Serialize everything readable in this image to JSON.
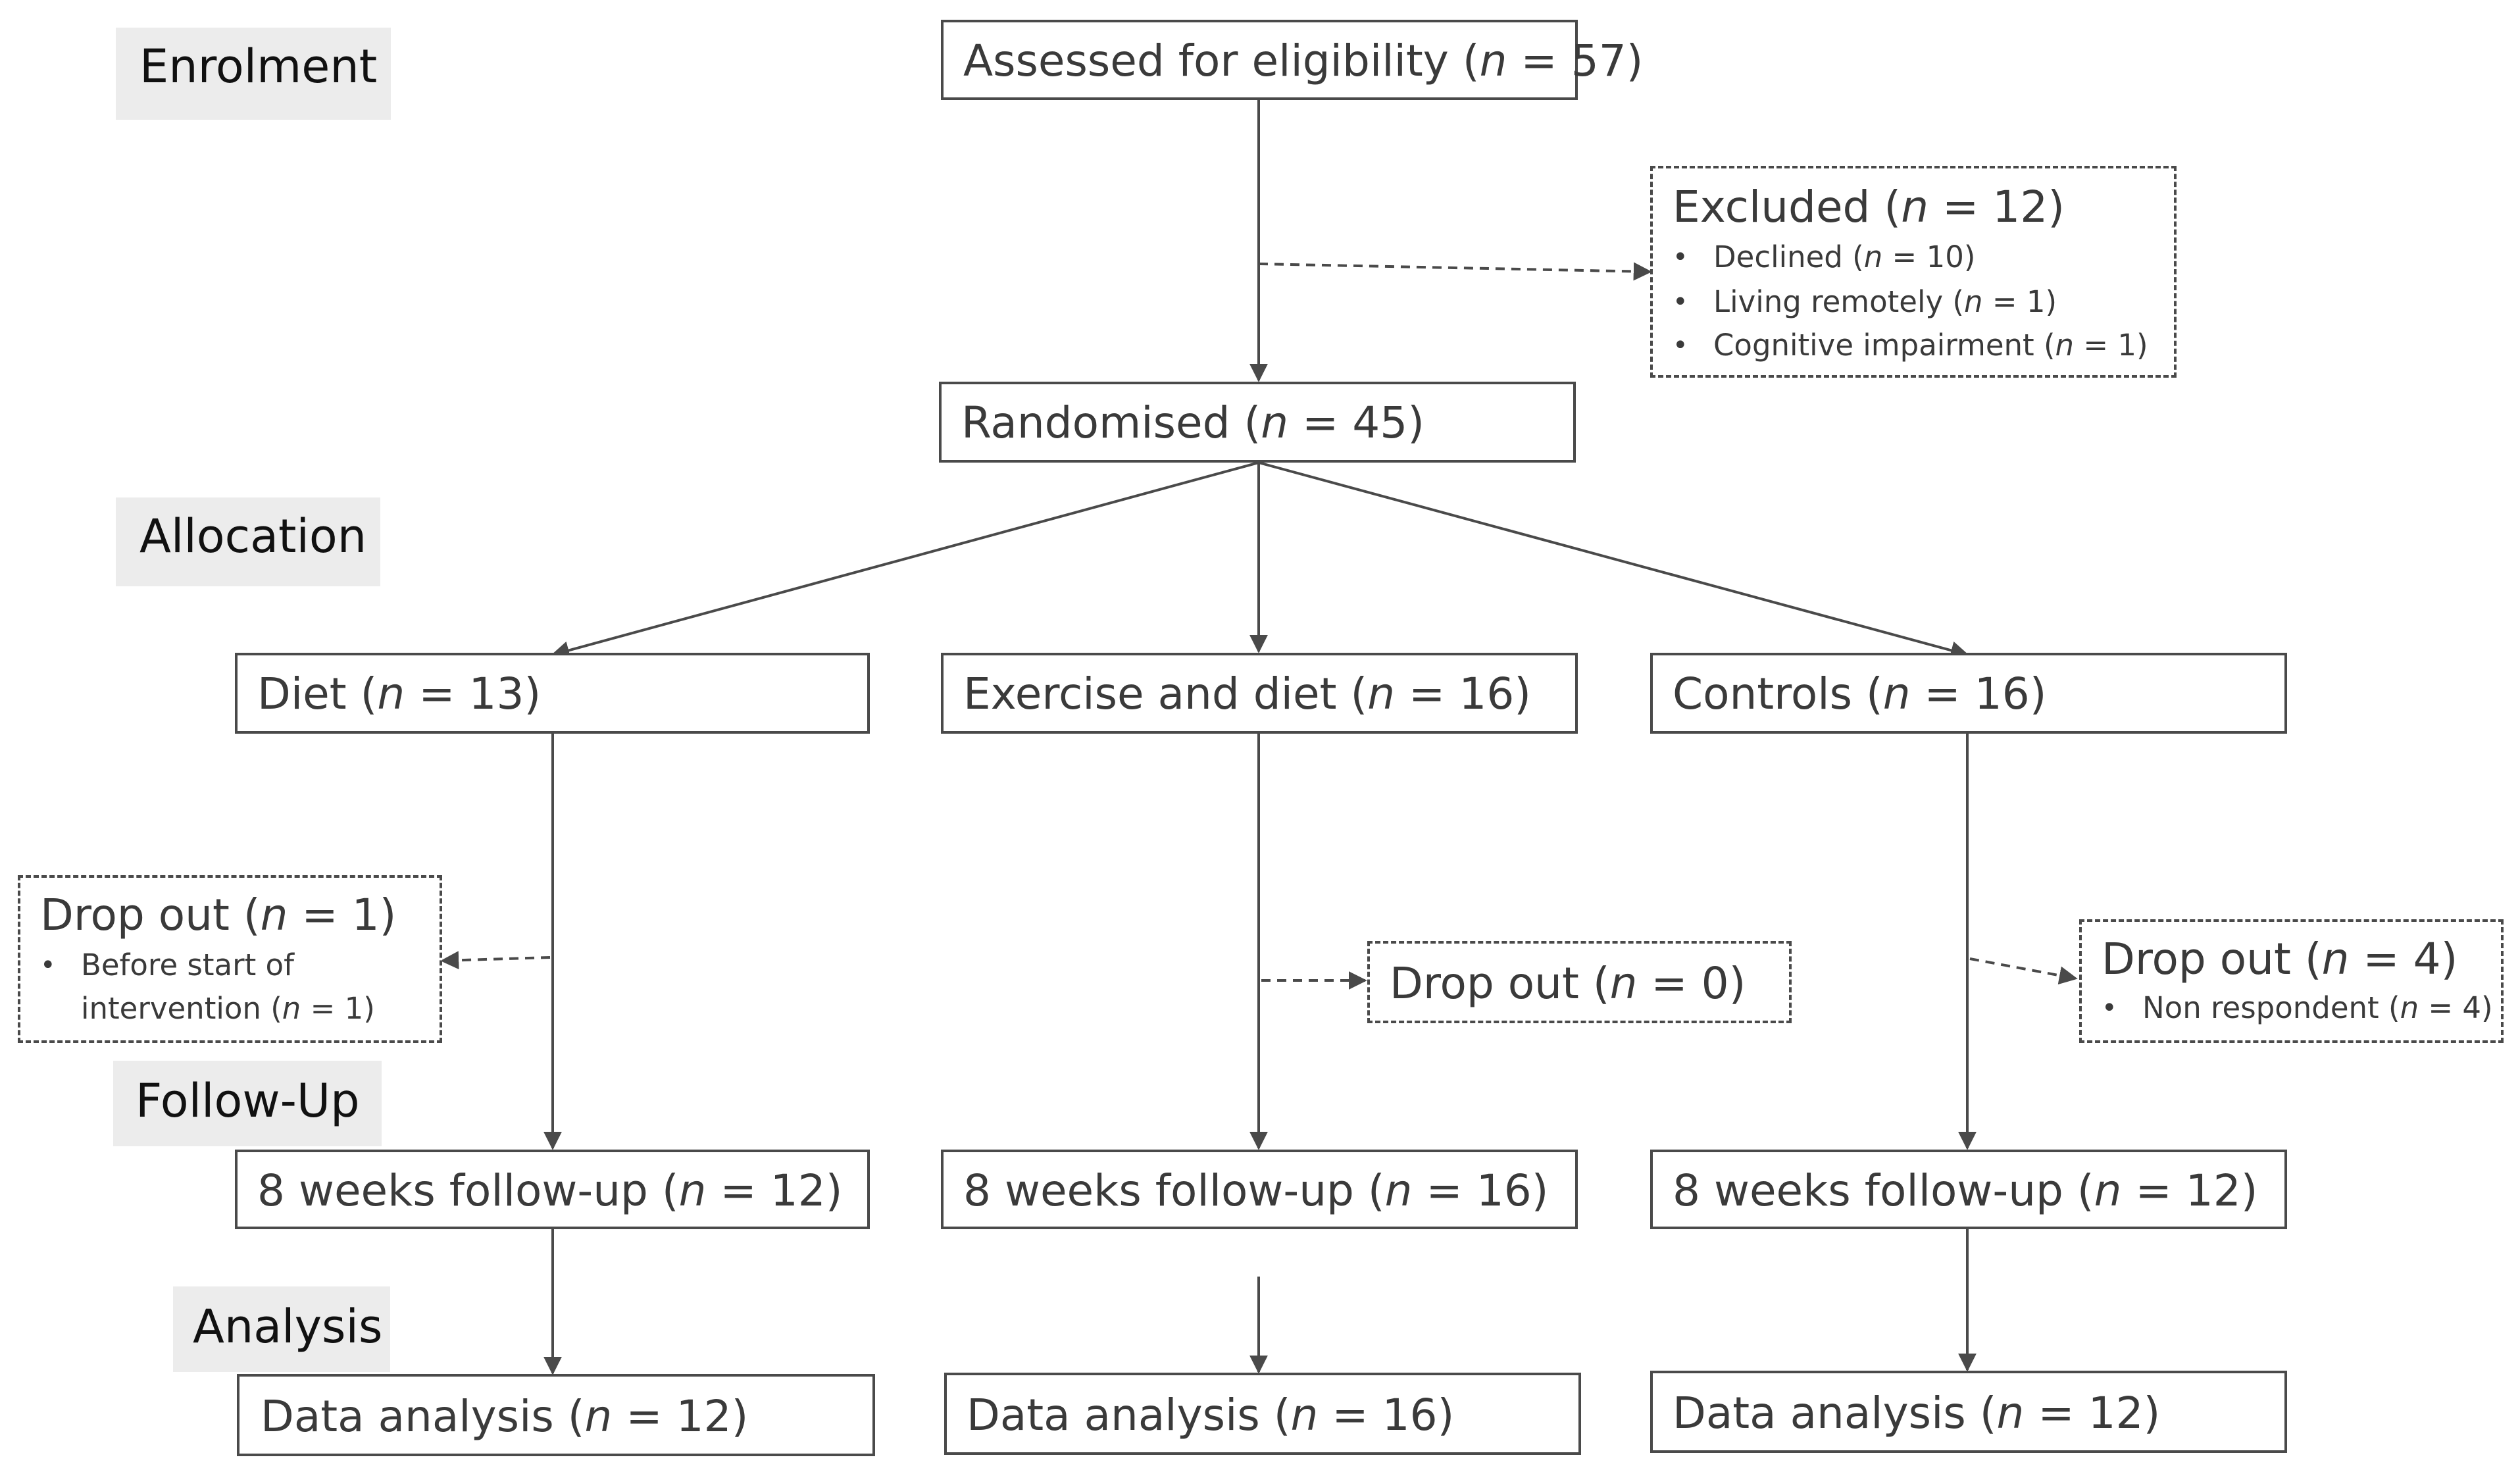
{
  "stages": {
    "enrolment": "Enrolment",
    "allocation": "Allocation",
    "follow_up": "Follow-Up",
    "analysis": "Analysis"
  },
  "n_symbol": "n",
  "boxes": {
    "assessed": {
      "pre": "Assessed for eligibility (",
      "post": " = 57)"
    },
    "excluded": {
      "pre": "Excluded (",
      "post": " = 12)",
      "items": [
        {
          "pre": "Declined (",
          "post": " = 10)"
        },
        {
          "pre": "Living remotely (",
          "post": " = 1)"
        },
        {
          "pre": "Cognitive impairment (",
          "post": " = 1)"
        }
      ]
    },
    "randomised": {
      "pre": "Randomised (",
      "post": " = 45)"
    },
    "diet": {
      "pre": "Diet (",
      "post": " = 13)"
    },
    "exercise_diet": {
      "pre": "Exercise and diet (",
      "post": " = 16)"
    },
    "controls": {
      "pre": "Controls (",
      "post": " = 16)"
    },
    "dropout_diet": {
      "pre": "Drop out (",
      "post": " = 1)",
      "item_line1": "Before start of",
      "item_line2_pre": "intervention (",
      "item_line2_post": " = 1)"
    },
    "dropout_exercise": {
      "pre": "Drop out (",
      "post": " = 0)"
    },
    "dropout_controls": {
      "pre": "Drop out (",
      "post": " = 4)",
      "item_pre": "Non respondent (",
      "item_post": " = 4)"
    },
    "followup_diet": {
      "pre": "8 weeks follow-up (",
      "post": " = 12)"
    },
    "followup_exercise": {
      "pre": "8 weeks follow-up (",
      "post": " = 16)"
    },
    "followup_controls": {
      "pre": "8 weeks follow-up (",
      "post": " = 12)"
    },
    "analysis_diet": {
      "pre": "Data analysis (",
      "post": " = 12)"
    },
    "analysis_exercise": {
      "pre": "Data analysis (",
      "post": " = 16)"
    },
    "analysis_controls": {
      "pre": "Data analysis (",
      "post": " = 12)"
    }
  },
  "colors": {
    "line": "#4a4a4a",
    "stage_bg": "#ececec"
  }
}
